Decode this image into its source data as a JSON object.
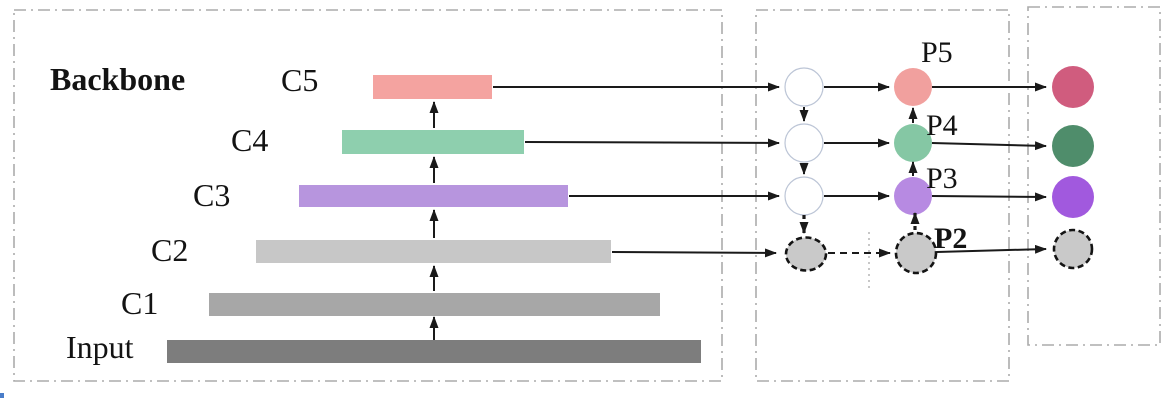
{
  "backbone": {
    "panel_label": "Backbone",
    "layers": [
      {
        "label": "Input",
        "color": "#7d7d7d"
      },
      {
        "label": "C1",
        "color": "#a7a7a7"
      },
      {
        "label": "C2",
        "color": "#c7c7c7"
      },
      {
        "label": "C3",
        "color": "#b795de"
      },
      {
        "label": "C4",
        "color": "#8ecfae"
      },
      {
        "label": "C5",
        "color": "#f4a3a0"
      }
    ]
  },
  "fpn": {
    "lateral_node_color": "#ffffff",
    "pyramid": [
      {
        "label": "P5",
        "color": "#f1a09e"
      },
      {
        "label": "P4",
        "color": "#85c7a4"
      },
      {
        "label": "P3",
        "color": "#b78ae2"
      },
      {
        "label": "P2",
        "color": "#c9c9c9"
      }
    ]
  },
  "outputs": [
    {
      "color": "#d05c7e"
    },
    {
      "color": "#4f8d6b"
    },
    {
      "color": "#a159de"
    },
    {
      "color": "#c9c9c9"
    }
  ],
  "colors": {
    "arrow": "#1a1a1a",
    "panel_border": "#ababab"
  }
}
